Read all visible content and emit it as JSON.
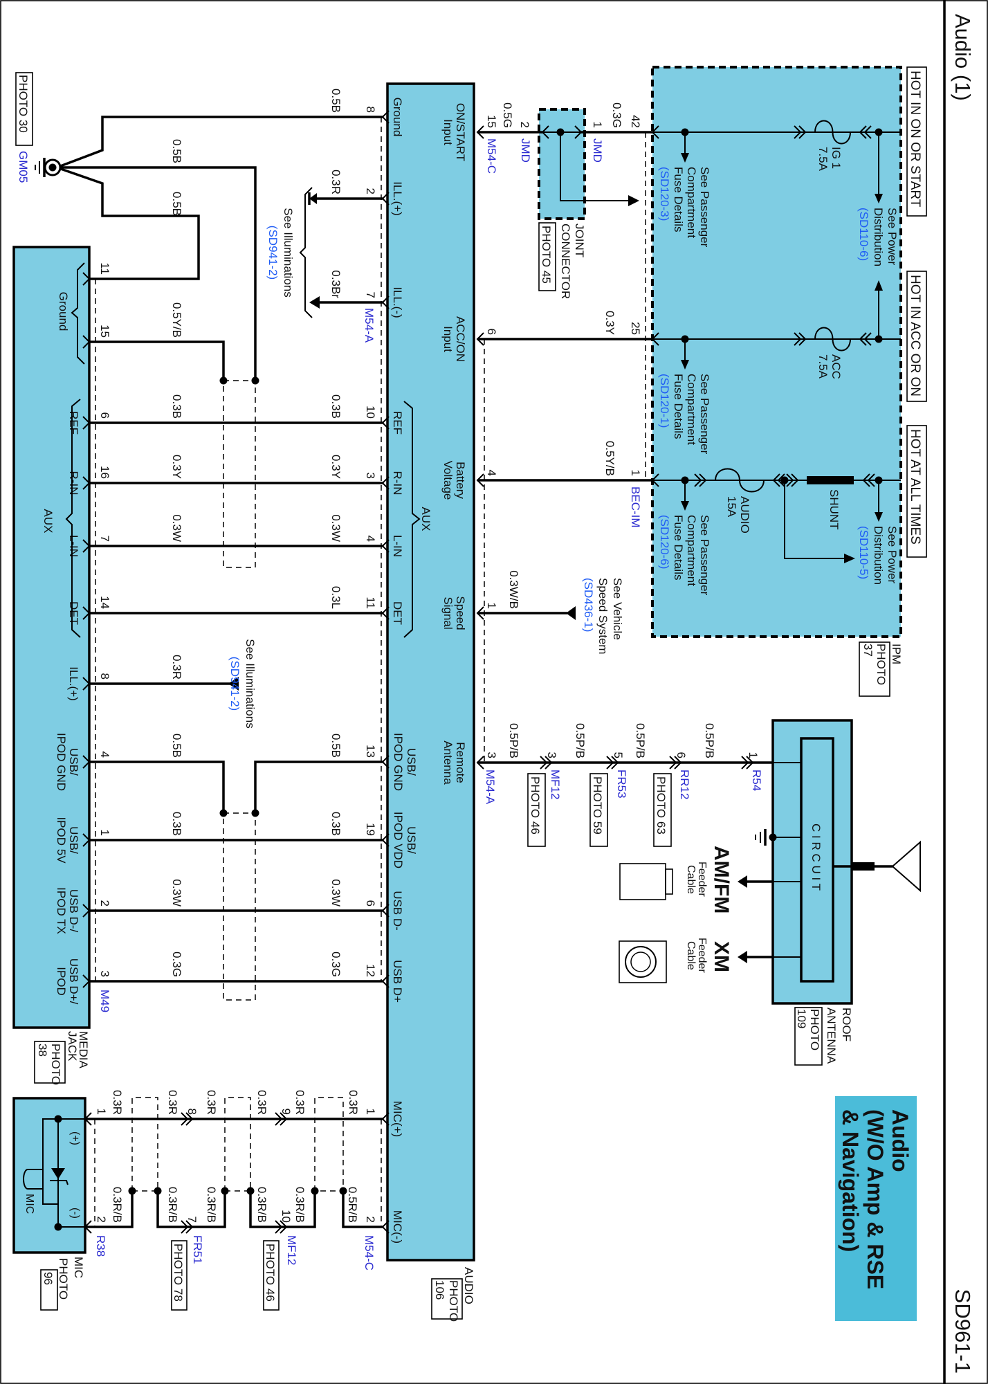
{
  "header": {
    "title": "Audio (1)",
    "page_code": "SD961-1"
  },
  "diagram_title": {
    "line1": "Audio",
    "line2": "(W/O Amp & RSE",
    "line3": "& Navigation)"
  },
  "ipm": {
    "name": "IPM",
    "photo": "PHOTO",
    "photo_no": "37",
    "hot_labels": [
      "HOT IN ON OR START",
      "HOT IN ACC OR ON",
      "HOT AT ALL TIMES"
    ],
    "fuses": [
      {
        "name": "IG 1",
        "rating": "7.5A"
      },
      {
        "name": "ACC",
        "rating": "7.5A"
      },
      {
        "name": "AUDIO",
        "rating": "15A"
      }
    ],
    "shunt": "SHUNT",
    "pins": [
      "42",
      "25",
      "1"
    ],
    "wires": [
      "0.3G",
      "0.3Y",
      "0.5Y/B"
    ],
    "connector": "BEC-IM",
    "passenger_ref": [
      "See Passenger",
      "Compartment",
      "Fuse Details"
    ],
    "passenger_codes": [
      "(SD120-3)",
      "(SD120-1)",
      "(SD120-6)"
    ],
    "power_ref": [
      "See Power",
      "Distribution"
    ],
    "power_codes": [
      "(SD110-6)",
      "(SD110-5)"
    ]
  },
  "joint_connector": {
    "line1": "JOINT",
    "line2": "CONNECTOR",
    "photo": "PHOTO 45",
    "connector": "JMD",
    "pins": [
      "1",
      "2"
    ]
  },
  "audio_unit": {
    "name": "AUDIO",
    "photo": "PHOTO",
    "photo_no": "106",
    "aux": "AUX",
    "right": [
      {
        "label": [
          "ON/START",
          "Input"
        ],
        "pin": "15",
        "wire": "0.5G",
        "connector": "M54-C"
      },
      {
        "label": [
          "ACC/ON",
          "Input"
        ],
        "pin": "6"
      },
      {
        "label": [
          "Battery",
          "Voltage"
        ],
        "pin": "4"
      },
      {
        "label": [
          "Speed",
          "Signal"
        ],
        "pin": "1",
        "wire": "0.3W/B"
      },
      {
        "label": [
          "Remote",
          "Antenna"
        ],
        "pin": "3",
        "wire": "0.5P/B",
        "connector": "M54-A"
      }
    ],
    "left": [
      {
        "label": [
          "Ground"
        ],
        "pin": "8",
        "wire": "0.5B"
      },
      {
        "label": [
          "ILL.(+)"
        ],
        "pin": "2",
        "wire": "0.3R"
      },
      {
        "label": [
          "ILL.(-)"
        ],
        "pin": "7",
        "wire": "0.3Br",
        "connector": "M54-A"
      },
      {
        "label": [
          "REF"
        ],
        "pin": "10",
        "wire": "0.3B"
      },
      {
        "label": [
          "R-IN"
        ],
        "pin": "3",
        "wire": "0.3Y"
      },
      {
        "label": [
          "L-IN"
        ],
        "pin": "4",
        "wire": "0.3W"
      },
      {
        "label": [
          "DET"
        ],
        "pin": "11",
        "wire": "0.3L"
      },
      {
        "label": [
          "USB/",
          "IPOD GND"
        ],
        "pin": "13",
        "wire": "0.5B"
      },
      {
        "label": [
          "USB/",
          "IPOD VDD"
        ],
        "pin": "19",
        "wire": "0.3B"
      },
      {
        "label": [
          "USB D-"
        ],
        "pin": "6",
        "wire": "0.3W"
      },
      {
        "label": [
          "USB D+"
        ],
        "pin": "12",
        "wire": "0.3G"
      },
      {
        "label": [
          "MIC(+)"
        ],
        "pin": "1",
        "wire": "0.3R"
      },
      {
        "label": [
          "MIC(-)"
        ],
        "pin": "2",
        "wire": "0.5R/B",
        "connector": "M54-C"
      }
    ]
  },
  "media_jack": {
    "name": [
      "MEDIA",
      "JACK"
    ],
    "photo": "PHOTO",
    "photo_no": "38",
    "aux": "AUX",
    "ground_label": "Ground",
    "connector": "M49",
    "pins": [
      {
        "pin": "11"
      },
      {
        "pin": "15",
        "wire": "0.5Y/B"
      },
      {
        "pin": "6",
        "label": [
          "REF"
        ],
        "wire": "0.3B"
      },
      {
        "pin": "16",
        "label": [
          "R-IN"
        ],
        "wire": "0.3Y"
      },
      {
        "pin": "7",
        "label": [
          "L-IN"
        ],
        "wire": "0.3W"
      },
      {
        "pin": "14",
        "label": [
          "DET"
        ]
      },
      {
        "pin": "8",
        "label": [
          "ILL.(+)"
        ],
        "wire": "0.3R"
      },
      {
        "pin": "4",
        "label": [
          "USB/",
          "IPOD GND"
        ],
        "wire": "0.5B"
      },
      {
        "pin": "1",
        "label": [
          "USB/",
          "IPOD 5V"
        ],
        "wire": "0.3B"
      },
      {
        "pin": "2",
        "label": [
          "USB D-/",
          "IPOD TX"
        ],
        "wire": "0.3W"
      },
      {
        "pin": "3",
        "label": [
          "USB D+/",
          "IPOD"
        ],
        "wire": "0.3G"
      }
    ]
  },
  "ground": {
    "photo": "PHOTO 30",
    "id": "GM05",
    "wires": [
      "0.5B",
      "0.5B"
    ]
  },
  "illuminations": {
    "ref": "See Illuminations",
    "code": "(SD941-2)"
  },
  "speed_ref": {
    "lines": [
      "See Vehicle",
      "Speed System"
    ],
    "code": "(SD436-1)"
  },
  "antenna_path": [
    {
      "pin": "3",
      "connector": "MF12",
      "photo": "PHOTO 46",
      "wire": "0.5P/B"
    },
    {
      "pin": "5",
      "connector": "FR53",
      "photo": "PHOTO 59",
      "wire": "0.5P/B"
    },
    {
      "pin": "6",
      "connector": "RR12",
      "photo": "PHOTO 63",
      "wire": "0.5P/B"
    },
    {
      "pin": "1",
      "connector": "R54"
    }
  ],
  "roof_antenna": {
    "name": [
      "ROOF",
      "ANTENNA"
    ],
    "photo": "PHOTO",
    "photo_no": "109",
    "circuit": "C I R C U I T",
    "amfm": "AM/FM",
    "xm": "XM",
    "feeder": [
      "Feeder",
      "Cable"
    ]
  },
  "mic_chain": [
    {
      "connector": "MF12",
      "photo": "PHOTO 46",
      "plus_pin": "9",
      "minus_pin": "10",
      "plus_wires": [
        "0.3R",
        "0.3R"
      ],
      "minus_wires": [
        "0.3R/B",
        "0.3R/B"
      ]
    },
    {
      "connector": "FR51",
      "photo": "PHOTO 78",
      "plus_pin": "8",
      "minus_pin": "7",
      "plus_wires": [
        "0.3R",
        "0.3R"
      ],
      "minus_wires": [
        "0.3R/B",
        "0.3R/B"
      ]
    }
  ],
  "mic": {
    "name": "MIC",
    "photo": "PHOTO",
    "photo_no": "96",
    "plus": "(+)",
    "minus": "(-)",
    "element": "MIC",
    "connector": "R38",
    "pins": [
      "1",
      "2"
    ],
    "wires": [
      "0.3R",
      "0.3R/B"
    ]
  },
  "colors": {
    "module_fill": "#7fcde3",
    "title_fill": "#4bbcd9",
    "connector_text": "#2b2bd0",
    "reference_text": "#1f5cf5"
  }
}
